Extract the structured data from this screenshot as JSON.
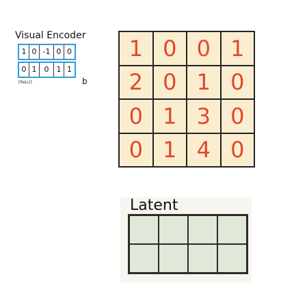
{
  "encoder": {
    "title": "Visual Encoder",
    "weights": [
      [
        "1",
        "0",
        "-1",
        "0",
        "0"
      ],
      [
        "0",
        "1",
        "0",
        "1",
        "1"
      ]
    ],
    "activation": "[ReLU]",
    "bias_label": "b"
  },
  "input_grid": {
    "rows": [
      [
        "1",
        "0",
        "0",
        "1"
      ],
      [
        "2",
        "0",
        "1",
        "0"
      ],
      [
        "0",
        "1",
        "3",
        "0"
      ],
      [
        "0",
        "1",
        "4",
        "0"
      ]
    ]
  },
  "latent": {
    "title": "Latent",
    "cells": [
      "",
      "",
      "",
      "",
      "",
      "",
      "",
      ""
    ]
  },
  "colors": {
    "digit": "#e4462b",
    "input_bg": "#fbeed0",
    "latent_bg": "#dfe8d9",
    "encoder_border": "#2b9be0"
  }
}
